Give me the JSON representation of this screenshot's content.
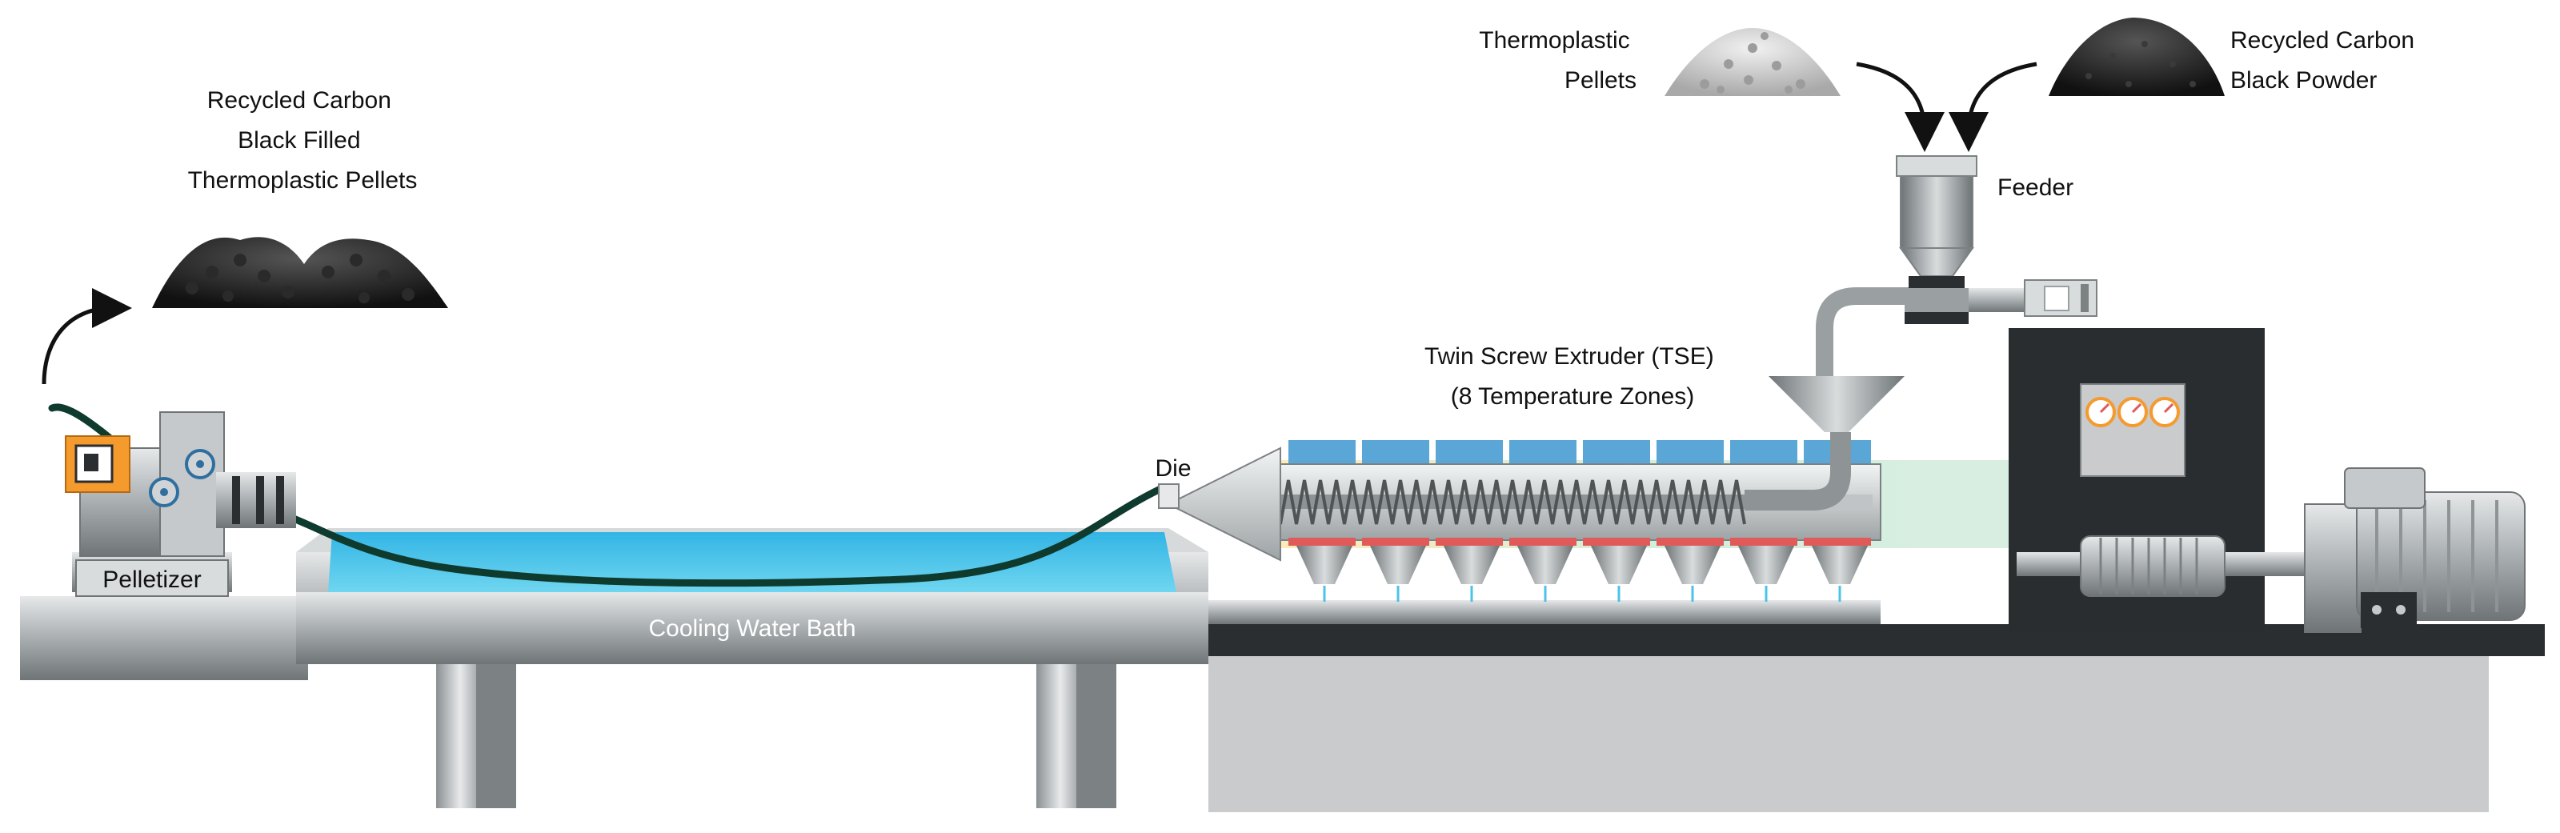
{
  "labels": {
    "output_pellets": [
      "Recycled Carbon",
      "Black Filled",
      "Thermoplastic Pellets"
    ],
    "thermoplastic_pellets": [
      "Thermoplastic",
      "Pellets"
    ],
    "carbon_black_powder": [
      "Recycled Carbon",
      "Black Powder"
    ],
    "feeder": "Feeder",
    "extruder": [
      "Twin Screw Extruder (TSE)",
      "(8 Temperature Zones)"
    ],
    "die": "Die",
    "pelletizer": "Pelletizer",
    "cooling_water_bath": "Cooling Water Bath"
  },
  "colors": {
    "water": "#4cc3e6",
    "strand": "#0f3b2e",
    "heater_top": "#5aa6d6",
    "heater_bottom": "#e05a5a",
    "pelletizer_accent": "#f59a2c",
    "cabinet": "#2a2d2f",
    "metal": "#b9bdbf"
  },
  "icons": {
    "pellet_pile": "pellet-pile-icon",
    "powder_pile": "powder-pile-icon",
    "arrow": "curved-arrow-icon",
    "gauge": "gauge-icon",
    "motor": "motor-icon"
  },
  "extruder": {
    "temperature_zones": 8
  },
  "control_panel": {
    "gauges": 3
  }
}
